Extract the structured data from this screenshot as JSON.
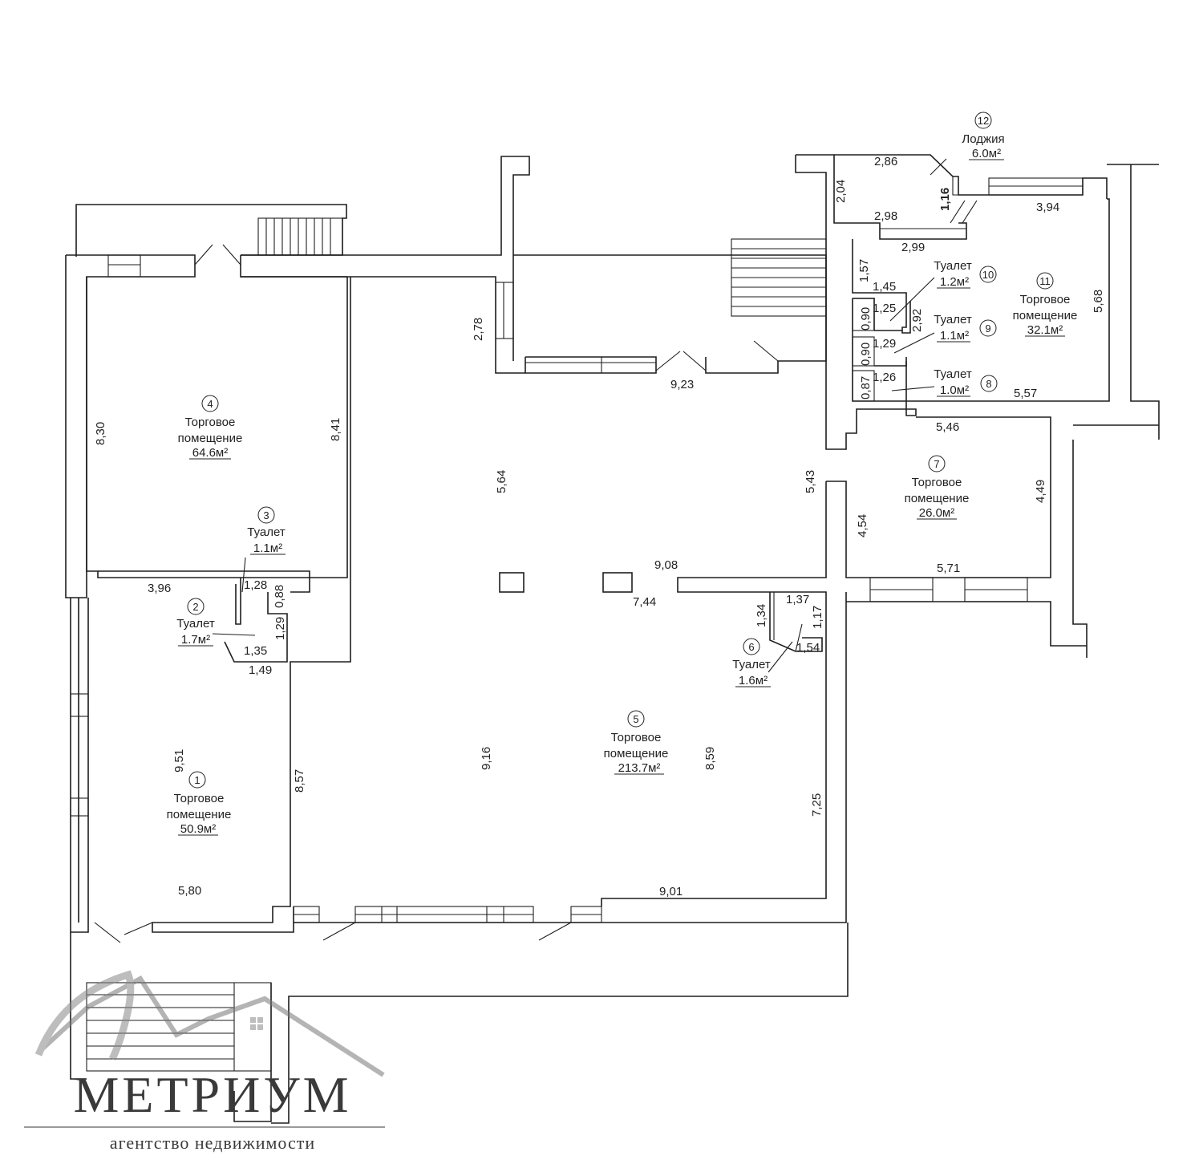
{
  "rooms": [
    {
      "id": "1",
      "name_line1": "Торговое",
      "name_line2": "помещение",
      "area": "50.9м²"
    },
    {
      "id": "2",
      "name_line1": "Туалет",
      "area": "1.7м²"
    },
    {
      "id": "3",
      "name_line1": "Туалет",
      "area": "1.1м²"
    },
    {
      "id": "4",
      "name_line1": "Торговое",
      "name_line2": "помещение",
      "area": "64.6м²"
    },
    {
      "id": "5",
      "name_line1": "Торговое",
      "name_line2": "помещение",
      "area": "213.7м²"
    },
    {
      "id": "6",
      "name_line1": "Туалет",
      "area": "1.6м²"
    },
    {
      "id": "7",
      "name_line1": "Торговое",
      "name_line2": "помещение",
      "area": "26.0м²"
    },
    {
      "id": "8",
      "name_line1": "Туалет",
      "area": "1.0м²"
    },
    {
      "id": "9",
      "name_line1": "Туалет",
      "area": "1.1м²"
    },
    {
      "id": "10",
      "name_line1": "Туалет",
      "area": "1.2м²"
    },
    {
      "id": "11",
      "name_line1": "Торговое",
      "name_line2": "помещение",
      "area": "32.1м²"
    },
    {
      "id": "12",
      "name_line1": "Лоджия",
      "area": "6.0м²"
    }
  ],
  "dimensions": [
    "2,86",
    "2,04",
    "1,16",
    "3,94",
    "2,98",
    "2,99",
    "1,57",
    "1,45",
    "1,25",
    "0,90",
    "2,92",
    "0,90",
    "1,29",
    "0,87",
    "1,26",
    "5,68",
    "5,57",
    "5,46",
    "2,78",
    "9,23",
    "8,30",
    "8,41",
    "5,64",
    "5,43",
    "4,54",
    "4,49",
    "9,08",
    "5,71",
    "3,96",
    "1,28",
    "0,88",
    "1,29",
    "1,35",
    "1,49",
    "7,44",
    "1,34",
    "1,37",
    "1,17",
    "1,54",
    "9,51",
    "8,57",
    "9,16",
    "8,59",
    "7,25",
    "5,80",
    "9,01"
  ],
  "watermark": {
    "brand": "МЕТРИУМ",
    "subtitle": "агентство недвижимости"
  }
}
